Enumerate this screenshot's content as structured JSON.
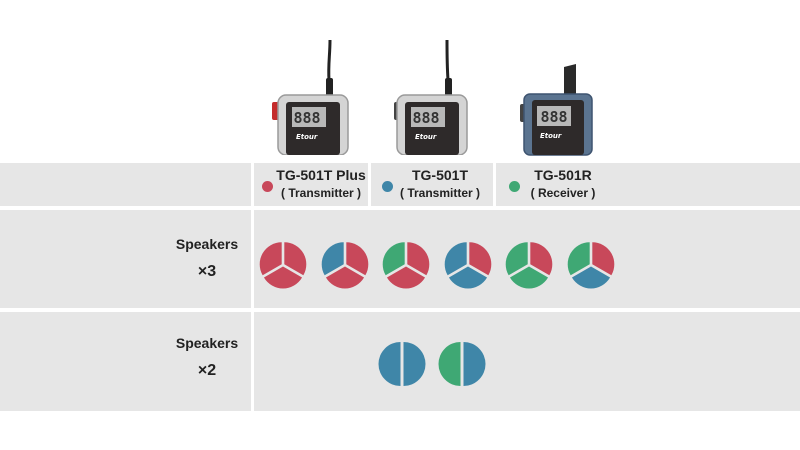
{
  "colors": {
    "red": "#c8485a",
    "blue": "#3f86a8",
    "green": "#3fa874",
    "band": "#e6e6e6"
  },
  "devices": [
    {
      "name": "TG-501T Plus",
      "role": "( Transmitter )",
      "color": "red",
      "screen": "888",
      "brand": "Etour"
    },
    {
      "name": "TG-501T",
      "role": "( Transmitter )",
      "color": "blue",
      "screen": "888",
      "brand": "Etour"
    },
    {
      "name": "TG-501R",
      "role": "( Receiver )",
      "color": "green",
      "screen": "888",
      "brand": "Etour"
    }
  ],
  "rows": [
    {
      "label_line1": "Speakers",
      "label_line2": "×3",
      "combos": [
        [
          "red",
          "red",
          "red"
        ],
        [
          "red",
          "red",
          "blue"
        ],
        [
          "red",
          "red",
          "green"
        ],
        [
          "red",
          "blue",
          "blue"
        ],
        [
          "red",
          "green",
          "green"
        ],
        [
          "red",
          "blue",
          "green"
        ]
      ]
    },
    {
      "label_line1": "Speakers",
      "label_line2": "×2",
      "combos": [
        [
          "blue",
          "blue"
        ],
        [
          "blue",
          "green"
        ]
      ]
    }
  ]
}
